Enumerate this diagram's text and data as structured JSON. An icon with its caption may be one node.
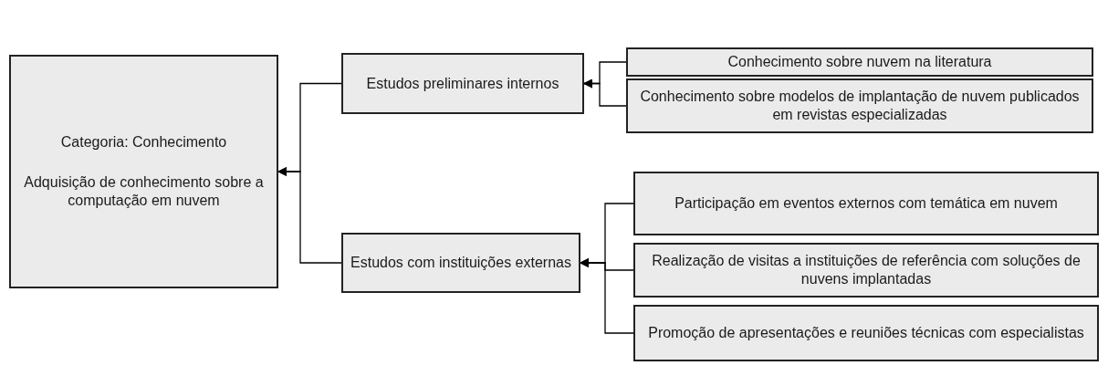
{
  "diagram": {
    "nodes": [
      {
        "text": [
          "Categoria: Conhecimento",
          "Adquisição de conhecimento sobre a computação em nuvem"
        ]
      },
      {
        "text": [
          "Estudos preliminares internos"
        ]
      },
      {
        "text": [
          "Conhecimento sobre nuvem na literatura"
        ]
      },
      {
        "text": [
          "Conhecimento sobre modelos de implantação de nuvem publicados em revistas especializadas"
        ]
      },
      {
        "text": [
          "Estudos com instituições externas"
        ]
      },
      {
        "text": [
          "Participação em eventos externos com temática em nuvem"
        ]
      },
      {
        "text": [
          "Realização de visitas a instituições de referência com soluções de nuvens implantadas"
        ]
      },
      {
        "text": [
          "Promoção de apresentações e reuniões técnicas com especialistas"
        ]
      }
    ],
    "edges": [
      {
        "from": 1,
        "to": 0,
        "arrow": "to"
      },
      {
        "from": 4,
        "to": 0,
        "arrow": "to"
      },
      {
        "from": 2,
        "to": 1,
        "arrow": "to"
      },
      {
        "from": 3,
        "to": 1,
        "arrow": "to"
      },
      {
        "from": 5,
        "to": 4,
        "arrow": "to"
      },
      {
        "from": 6,
        "to": 4,
        "arrow": "to"
      },
      {
        "from": 7,
        "to": 4,
        "arrow": "to"
      }
    ]
  }
}
